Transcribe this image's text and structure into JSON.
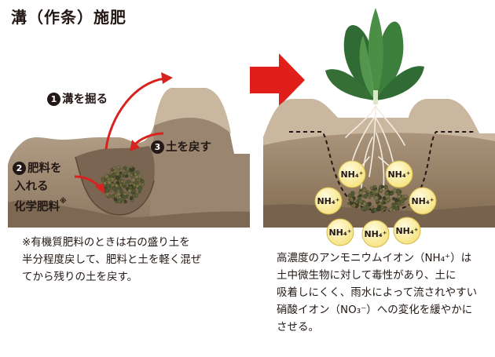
{
  "title": "溝（作条）施肥",
  "steps": [
    {
      "num": "1",
      "text": "溝を掘る"
    },
    {
      "num": "2",
      "text_line1": "肥料を",
      "text_line2": "入れる"
    },
    {
      "num": "3",
      "text": "土を戻す"
    }
  ],
  "fertilizer_label": "化学肥料",
  "fertilizer_mark": "※",
  "ion_label": "NH₄⁺",
  "left_note_lines": [
    "※有機質肥料のときは右の盛り土を",
    "半分程度戻して、肥料と土を軽く混ぜ",
    "てから残りの土を戻す。"
  ],
  "right_note_lines": [
    "高濃度のアンモニウムイオン（NH₄⁺）は",
    "土中微生物に対して毒性があり、土に",
    "吸着しにくく、雨水によって流されやすい",
    "硝酸イオン（NO₃⁻）への変化を緩やかに",
    "させる。"
  ],
  "colors": {
    "soil_top": "#b9a58c",
    "soil_mid": "#8f7a63",
    "soil_dark": "#6b5846",
    "arrow_red": "#d7221f",
    "ion_fill": "#fbee9b",
    "leaf": "#3f7d3c"
  }
}
